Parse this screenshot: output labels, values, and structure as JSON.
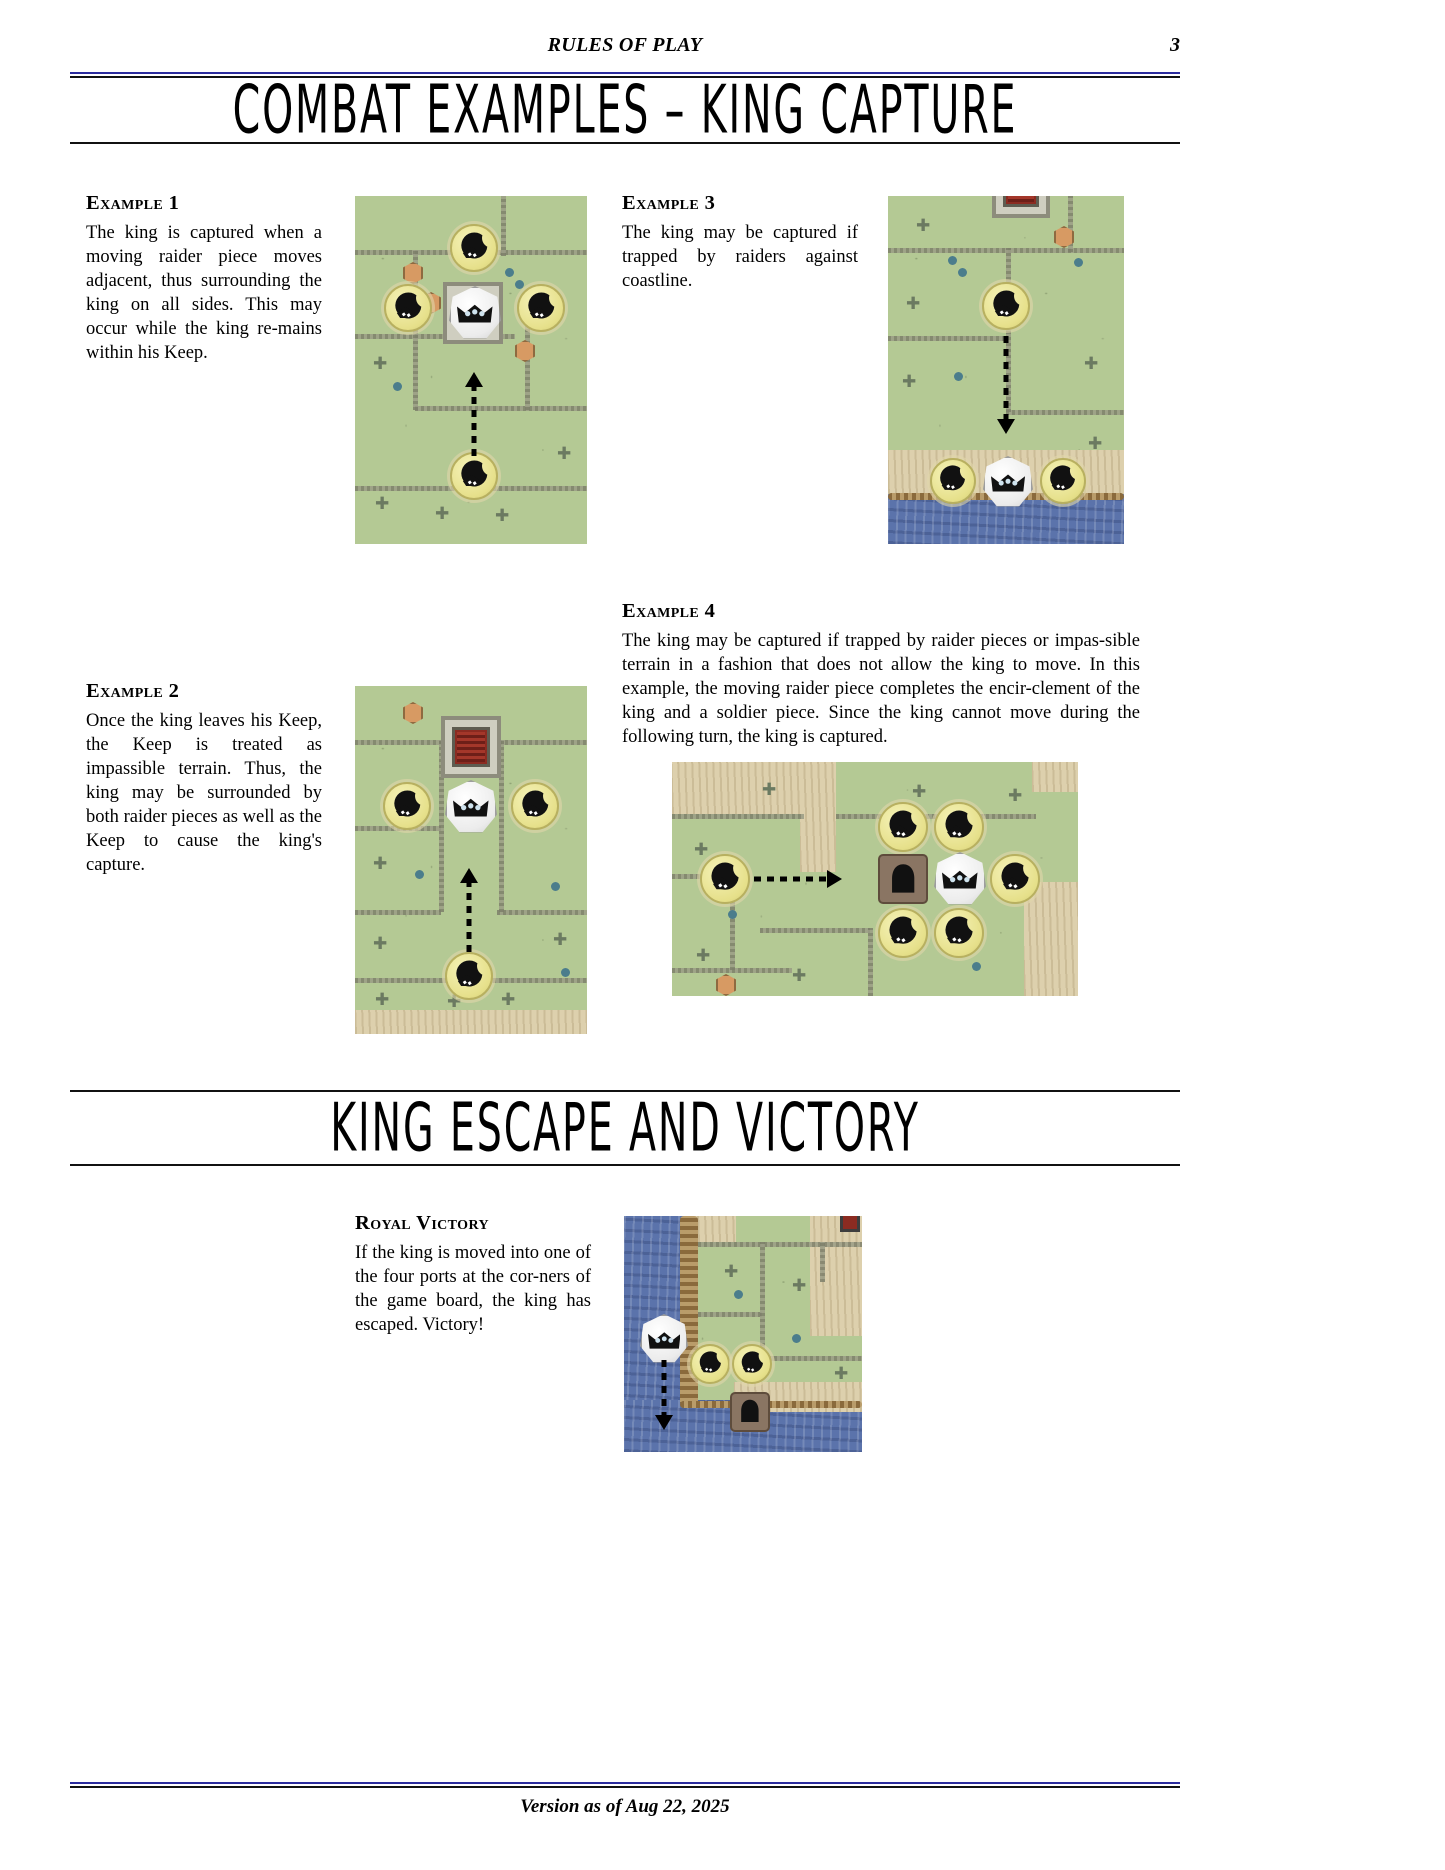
{
  "header": {
    "title": "RULES OF PLAY",
    "page_number": "3"
  },
  "sections": {
    "combat_title": "COMBAT EXAMPLES  –  KING CAPTURE",
    "escape_title": "KING ESCAPE AND VICTORY"
  },
  "examples": [
    {
      "heading": "Example 1",
      "text": "The king is captured when a moving raider piece moves adjacent, thus surrounding the king on all sides. This may occur while the king re-mains within his Keep."
    },
    {
      "heading": "Example 2",
      "text": "Once the king leaves his Keep, the Keep is treated as impassible terrain. Thus, the king may be surrounded by both raider pieces as well as the Keep to cause the king's capture."
    },
    {
      "heading": "Example 3",
      "text": "The king may be captured if trapped by raiders against coastline."
    },
    {
      "heading": "Example 4",
      "text": "The king may be captured if trapped by raider pieces or impas-sible terrain in a fashion that does not allow the king to move. In this example, the moving raider piece completes the encir-clement of the king and a soldier piece. Since the king cannot move during the following turn, the king is captured."
    }
  ],
  "royal_victory": {
    "heading": "Royal Victory",
    "text": "If the king is moved into one of the four ports at the cor-ners of the game board, the king has escaped. Victory!"
  },
  "footer": {
    "version": "Version as of Aug 22, 2025"
  },
  "colors": {
    "rule_blue": "#2b2b9e",
    "rule_black": "#111111",
    "grass": "#b4c994",
    "sand": "#ddd0ad",
    "water": "#5b73ab",
    "raider": "#e6e08a",
    "king": "#ffffff",
    "keep_red": "#8b2b21"
  },
  "board_captions": {
    "example1_board": "board-example-1",
    "example2_board": "board-example-2",
    "example3_board": "board-example-3",
    "example4_board": "board-example-4",
    "royal_victory_board": "board-royal-victory"
  }
}
